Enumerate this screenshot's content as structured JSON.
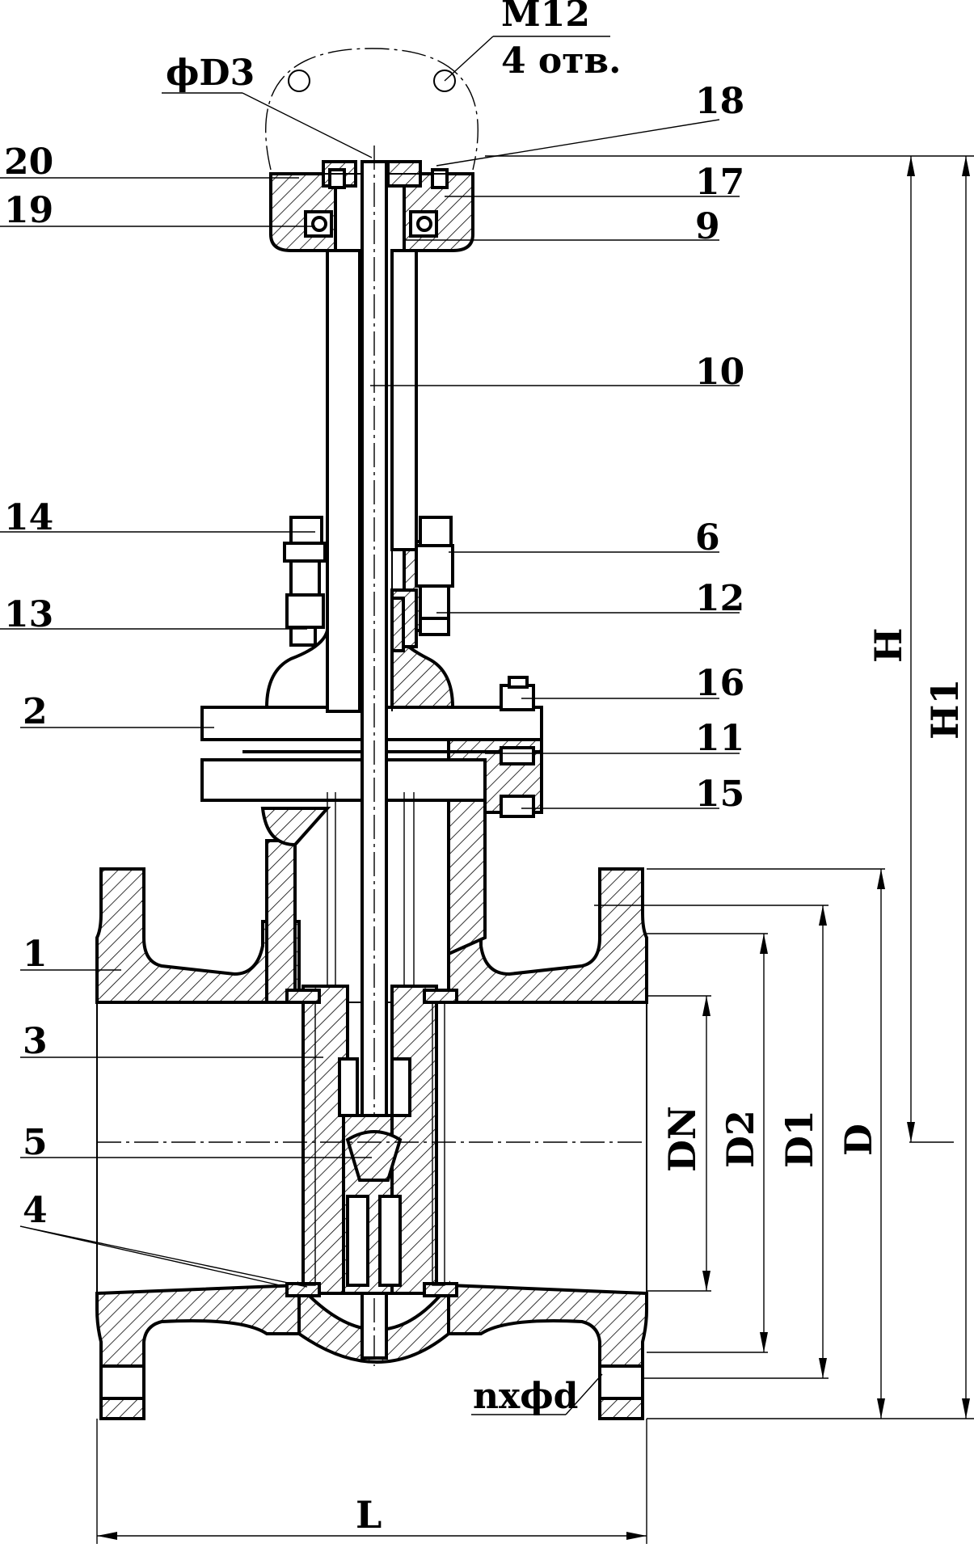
{
  "labels": {
    "m12": "M12",
    "holes": "4 отв.",
    "d3": "ϕD3",
    "p20": "20",
    "p19": "19",
    "p18": "18",
    "p17": "17",
    "p9": "9",
    "p10": "10",
    "p14": "14",
    "p6": "6",
    "p13": "13",
    "p12": "12",
    "p16": "16",
    "p2": "2",
    "p11": "11",
    "p15": "15",
    "p1": "1",
    "p3": "3",
    "p5": "5",
    "p4": "4",
    "nd": "nxϕd"
  },
  "dimensions": {
    "H": "H",
    "H1": "H1",
    "DN": "DN",
    "D2": "D2",
    "D1": "D1",
    "D": "D",
    "L": "L"
  },
  "colors": {
    "ink": "#000000",
    "paper": "#ffffff"
  }
}
